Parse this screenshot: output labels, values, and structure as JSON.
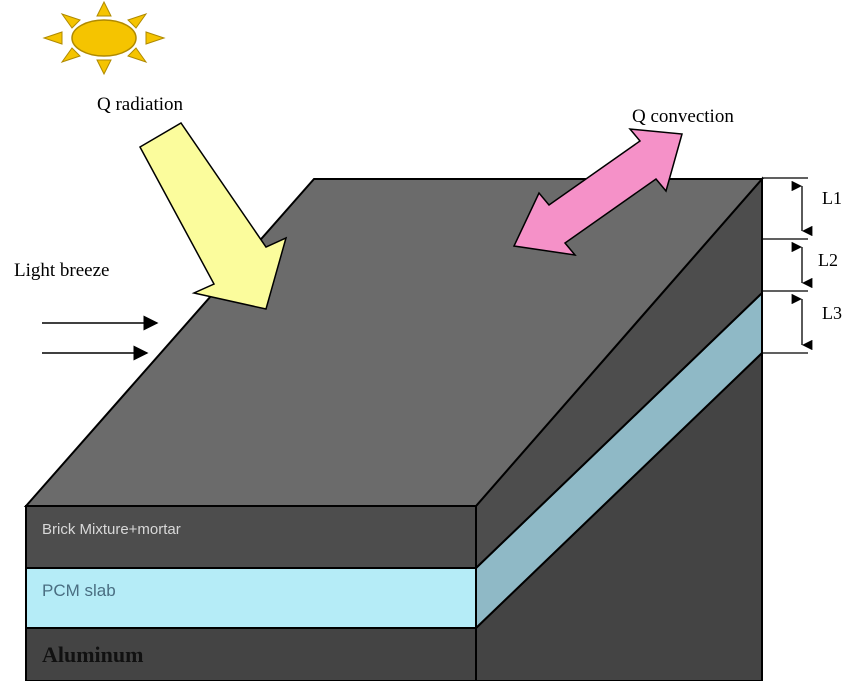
{
  "labels": {
    "q_radiation": "Q radiation",
    "q_convection": "Q convection",
    "light_breeze": "Light breeze",
    "l1": "L1",
    "l2": "L2",
    "l3": "L3"
  },
  "layers": {
    "brick": "Brick Mixture+mortar",
    "pcm": "PCM slab",
    "aluminum": "Aluminum"
  },
  "colors": {
    "top_face": "#6b6b6b",
    "brick_side": "#4d4d4d",
    "pcm_front": "#b5ecf7",
    "pcm_side": "#8fb9c6",
    "aluminum": "#444444",
    "sun": "#f5c400",
    "radiation_arrow": "#fbfc9c",
    "convection_arrow": "#f591c8"
  },
  "icons": {
    "sun": "sun-icon",
    "radiation": "radiation-arrow-icon",
    "convection": "double-arrow-icon",
    "breeze": "breeze-arrows-icon"
  }
}
